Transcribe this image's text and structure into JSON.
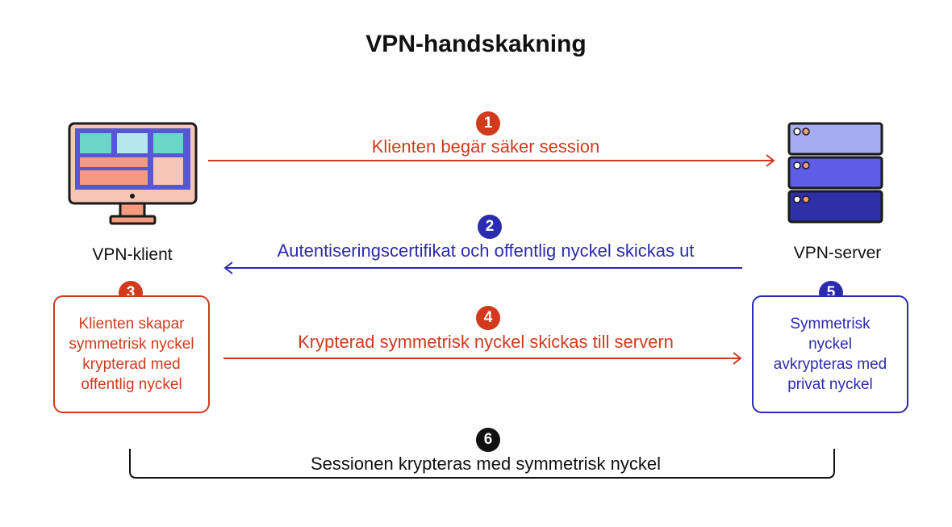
{
  "title": "VPN-handskakning",
  "client": {
    "label": "VPN-klient"
  },
  "server": {
    "label": "VPN-server"
  },
  "steps": [
    {
      "number": "1",
      "text": "Klienten begär säker session"
    },
    {
      "number": "2",
      "text": "Autentiseringscertifikat och offentlig nyckel skickas ut"
    },
    {
      "number": "3",
      "lines": [
        "Klienten skapar",
        "symmetrisk nyckel",
        "krypterad med",
        "offentlig nyckel"
      ]
    },
    {
      "number": "4",
      "text": "Krypterad symmetrisk nyckel skickas till servern"
    },
    {
      "number": "5",
      "lines": [
        "Symmetrisk",
        "nyckel",
        "avkrypteras med",
        "privat nyckel"
      ]
    },
    {
      "number": "6",
      "text": "Sessionen krypteras med symmetrisk nyckel"
    }
  ],
  "colors": {
    "red": "#d13a1c",
    "blue": "#2b2bb0",
    "black": "#111111"
  },
  "icons": {
    "client": "desktop-computer-icon",
    "server": "server-rack-icon"
  }
}
